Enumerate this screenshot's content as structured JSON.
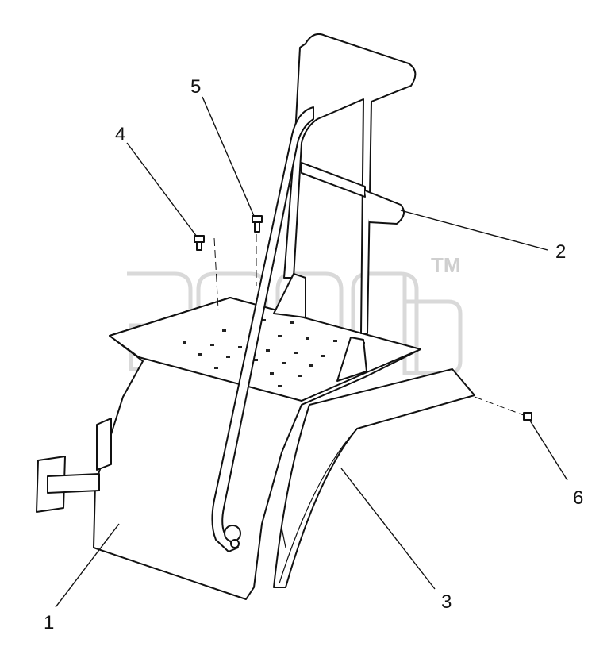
{
  "watermark": {
    "tm": "TM",
    "color": "#d9d9d9"
  },
  "callouts": [
    {
      "id": "1",
      "label": "1"
    },
    {
      "id": "2",
      "label": "2"
    },
    {
      "id": "3",
      "label": "3"
    },
    {
      "id": "4",
      "label": "4"
    },
    {
      "id": "5",
      "label": "5"
    },
    {
      "id": "6",
      "label": "6"
    }
  ],
  "colors": {
    "line": "#111111",
    "background": "#ffffff"
  }
}
